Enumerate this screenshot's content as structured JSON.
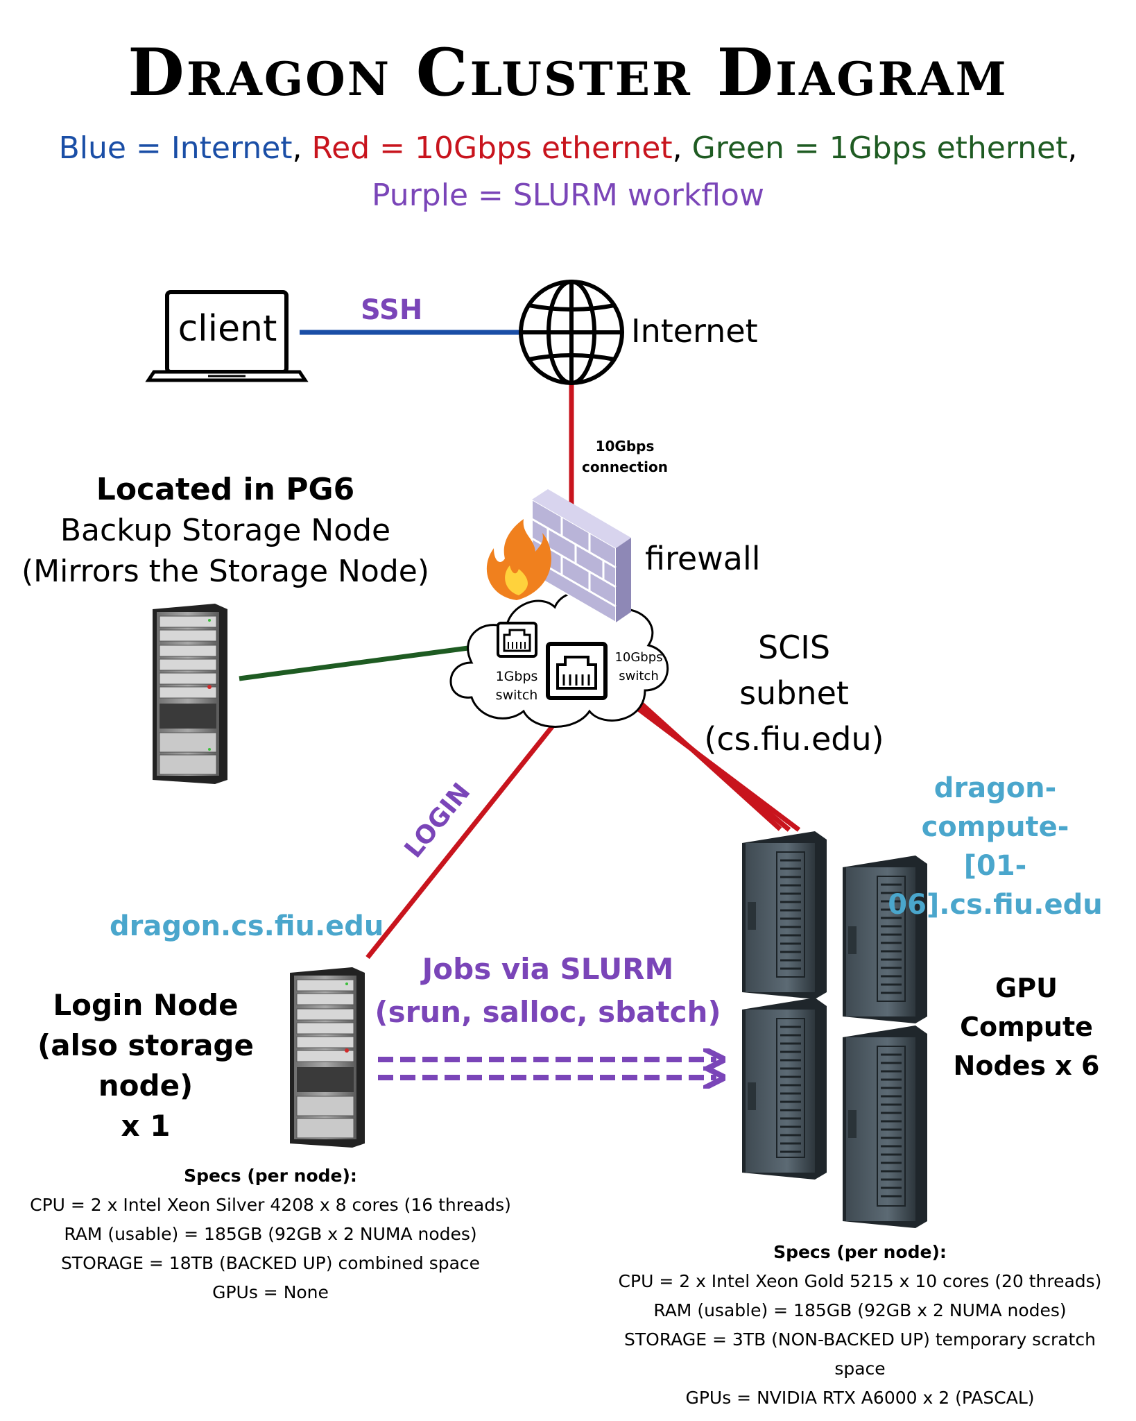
{
  "title": "Dragon Cluster Diagram",
  "legend": {
    "blue": "Blue = Internet",
    "red": "Red = 10Gbps ethernet",
    "green": "Green = 1Gbps ethernet",
    "purple": "Purple = SLURM workflow",
    "separator": ","
  },
  "colors": {
    "blue": "#1a4ea6",
    "red": "#c8141d",
    "green": "#1e5b22",
    "purple": "#7a45b8",
    "hostname": "#4aa6cc"
  },
  "client": {
    "label": "client",
    "icon": "laptop-icon"
  },
  "ssh_label": "SSH",
  "internet": {
    "label": "Internet",
    "icon": "globe-icon"
  },
  "connection_label": [
    "10Gbps",
    "connection"
  ],
  "firewall": {
    "label": "firewall",
    "icon": "firewall-icon"
  },
  "subnet": {
    "line1": "SCIS subnet",
    "line2": "(cs.fiu.edu)"
  },
  "switch_1g": [
    "1Gbps",
    "switch"
  ],
  "switch_10g": [
    "10Gbps",
    "switch"
  ],
  "backup": {
    "location": "Located in PG6",
    "name": "Backup Storage Node",
    "note": "(Mirrors the Storage Node)",
    "icon": "rack-server-icon"
  },
  "login_label": "LOGIN",
  "login_node": {
    "hostname": "dragon.cs.fiu.edu",
    "name_line1": "Login Node",
    "name_line2": "(also storage node)",
    "name_line3": "x 1",
    "specs_title": "Specs (per node):",
    "specs": [
      "CPU = 2 x Intel Xeon Silver 4208 x 8 cores (16 threads)",
      "RAM (usable) = 185GB (92GB x 2 NUMA nodes)",
      "STORAGE = 18TB (BACKED UP) combined space",
      "GPUs = None"
    ]
  },
  "slurm": {
    "line1": "Jobs via SLURM",
    "line2": "(srun, salloc, sbatch)"
  },
  "compute": {
    "hostname_line1": "dragon-compute-",
    "hostname_line2": "[01-06].cs.fiu.edu",
    "name_line1": "GPU Compute",
    "name_line2": "Nodes x 6",
    "icon": "tower-server-icon",
    "specs_title": "Specs (per node):",
    "specs": [
      "CPU = 2 x Intel Xeon Gold 5215 x 10 cores (20 threads)",
      "RAM (usable) = 185GB (92GB x 2 NUMA nodes)",
      "STORAGE = 3TB (NON-BACKED UP) temporary scratch space",
      "GPUs = NVIDIA RTX A6000 x 2 (PASCAL)"
    ]
  }
}
